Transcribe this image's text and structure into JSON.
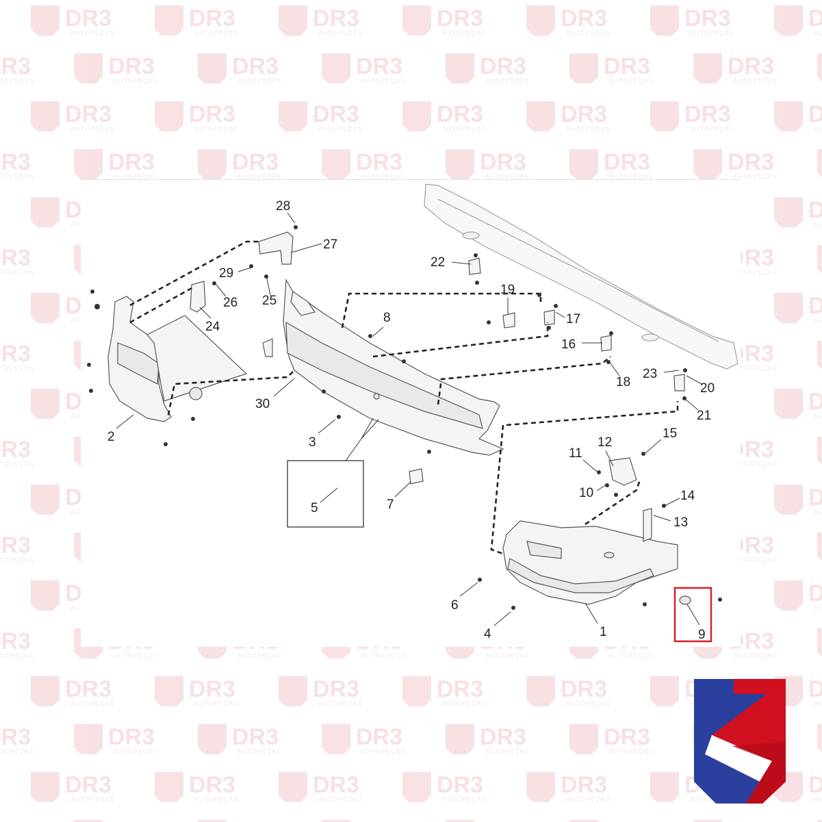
{
  "watermark": {
    "brand": "DR3",
    "tagline": "AUTOPEÇAS"
  },
  "diagram": {
    "callouts": [
      "1",
      "2",
      "3",
      "4",
      "5",
      "6",
      "7",
      "8",
      "9",
      "10",
      "11",
      "12",
      "13",
      "14",
      "15",
      "16",
      "17",
      "18",
      "19",
      "20",
      "21",
      "22",
      "23",
      "24",
      "25",
      "26",
      "27",
      "28",
      "29",
      "30"
    ],
    "highlighted_part": "9"
  },
  "colors": {
    "watermark": "#c81e2a",
    "logo_blue": "#2a3f9e",
    "logo_red": "#d0101f",
    "highlight": "#d81f26"
  },
  "icons": [
    "dr3-brand-logo"
  ]
}
